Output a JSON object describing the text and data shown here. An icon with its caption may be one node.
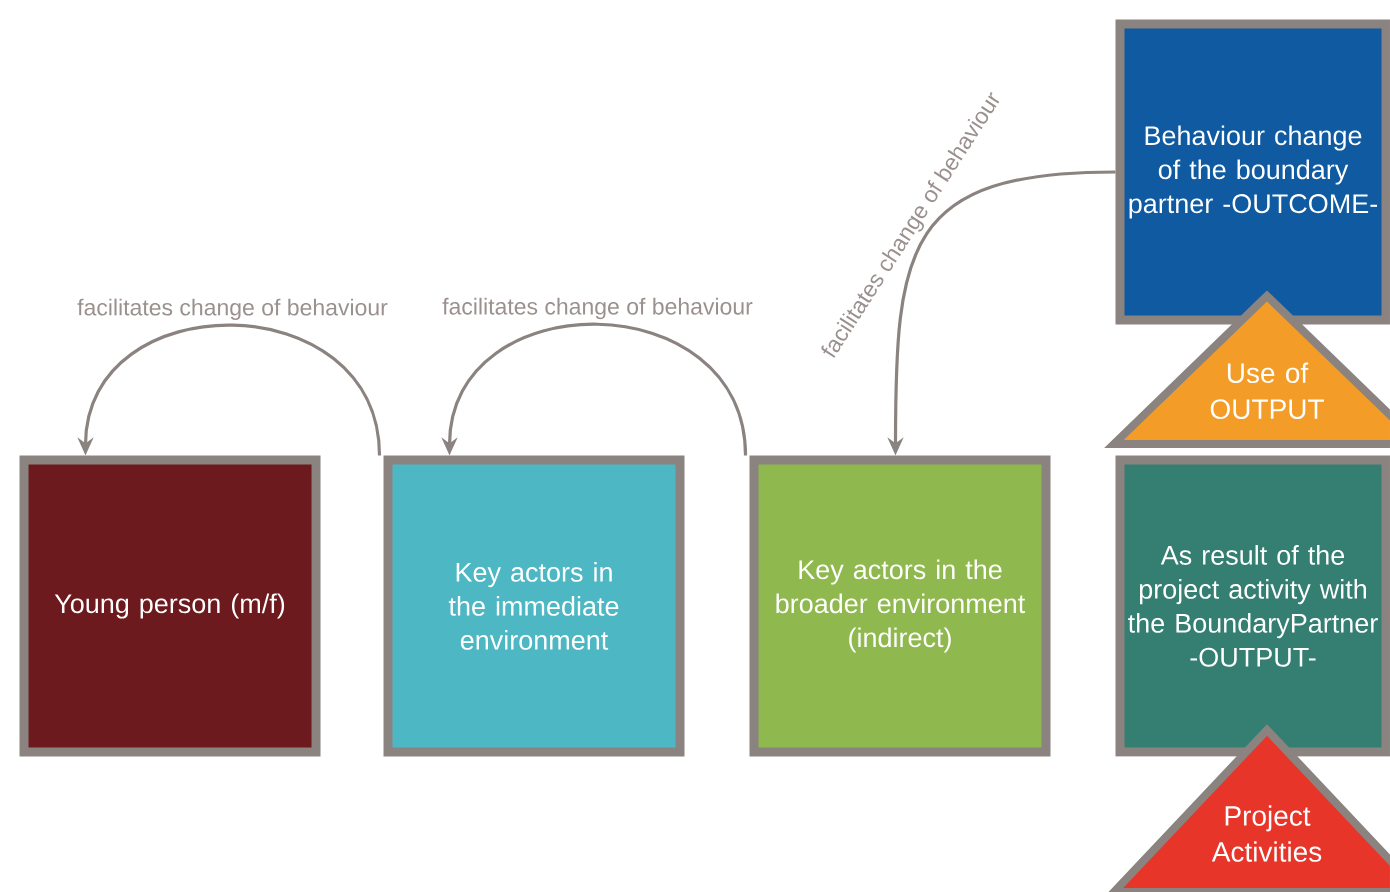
{
  "diagram": {
    "nodes": [
      {
        "text": [
          "Young person (m/f)"
        ]
      },
      {
        "text": [
          "Key actors in the immediate environment"
        ]
      },
      {
        "text": [
          "Key actors in the broader environment (indirect)"
        ]
      },
      {
        "text": [
          "Behaviour change of the boundary partner -OUTCOME-"
        ]
      },
      {
        "text": [
          "Use of OUTPUT"
        ]
      },
      {
        "text": [
          "As result of the project activity with the BoundaryPartner -OUTPUT-"
        ]
      },
      {
        "text": [
          "Project Activities"
        ]
      }
    ],
    "edges": [
      {
        "from": 1,
        "to": 0,
        "arrow": "to",
        "label": "facilitates change of behaviour"
      },
      {
        "from": 2,
        "to": 1,
        "arrow": "to",
        "label": "facilitates change of behaviour"
      },
      {
        "from": 3,
        "to": 2,
        "arrow": "to",
        "label": "facilitates change of behaviour"
      }
    ]
  }
}
